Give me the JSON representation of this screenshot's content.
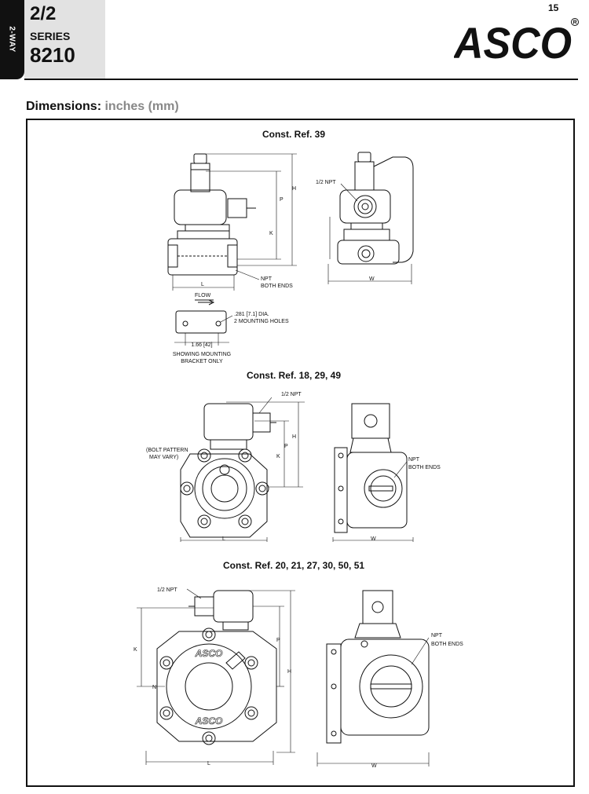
{
  "header": {
    "side_tab": "2-WAY",
    "way": "2/2",
    "series_label": "SERIES",
    "series_number": "8210",
    "page_number": "15",
    "brand": "ASCO"
  },
  "section": {
    "title": "Dimensions:",
    "units": "inches (mm)"
  },
  "drawing1": {
    "title": "Const. Ref. 39",
    "dim_h": "H",
    "dim_p": "P",
    "dim_k": "K",
    "dim_l": "L",
    "dim_w": "W",
    "npt_label": "1/2 NPT",
    "npt_ends_1": "NPT",
    "npt_ends_2": "BOTH ENDS",
    "flow": "FLOW",
    "holes_1": ".281 [7.1] DIA.",
    "holes_2": "2 MOUNTING HOLES",
    "bracket_dim": "1.66 [42]",
    "bracket_note_1": "SHOWING MOUNTING",
    "bracket_note_2": "BRACKET ONLY"
  },
  "drawing2": {
    "title": "Const. Ref. 18, 29, 49",
    "npt_label": "1/2 NPT",
    "bolt_1": "(BOLT PATTERN",
    "bolt_2": "MAY VARY)",
    "dim_h": "H",
    "dim_p": "P",
    "dim_k": "K",
    "dim_l": "L",
    "dim_w": "W",
    "npt_ends_1": "NPT",
    "npt_ends_2": "BOTH ENDS"
  },
  "drawing3": {
    "title": "Const. Ref. 20, 21, 27, 30, 50, 51",
    "npt_label": "1/2 NPT",
    "dim_k": "K",
    "dim_p": "P",
    "dim_h": "H",
    "dim_l": "L",
    "dim_w": "W",
    "npt_ends_1": "NPT",
    "npt_ends_2": "BOTH ENDS",
    "body_mark": "N",
    "cast_logo": "ASCO"
  },
  "colors": {
    "ink": "#111111",
    "series_box": "#e2e2e2",
    "units_gray": "#888888"
  }
}
